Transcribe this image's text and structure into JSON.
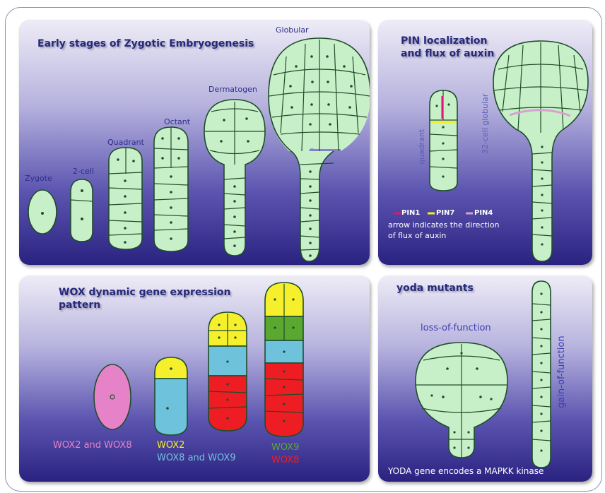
{
  "panels": {
    "early": {
      "title": "Early stages of Zygotic Embryogenesis",
      "stages": [
        "Zygote",
        "2-cell",
        "Quadrant",
        "Octant",
        "Dermatogen",
        "Globular"
      ]
    },
    "pin": {
      "title_line1": "PIN localization",
      "title_line2": "and flux of auxin",
      "quadrant_label": "quadrant",
      "globular_label": "32-cell globular",
      "legend": [
        {
          "label": "PIN1",
          "color": "#e0137a"
        },
        {
          "label": "PIN7",
          "color": "#f2ee2a"
        },
        {
          "label": "PIN4",
          "color": "#d8a0d0"
        }
      ],
      "note_line1": "arrow indicates the direction",
      "note_line2": "of flux of auxin"
    },
    "wox": {
      "title_line1": "WOX dynamic gene expression",
      "title_line2": "pattern",
      "labels": {
        "wox2_wox8": "WOX2 and WOX8",
        "wox2": "WOX2",
        "wox8_wox9": "WOX8 and WOX9",
        "wox9": "WOX9",
        "wox8": "WOX8"
      },
      "colors": {
        "wox2_wox8": "#e683c8",
        "wox2": "#f5ef2c",
        "wox8_wox9": "#6fc2dc",
        "wox9": "#5aa82f",
        "wox8": "#ee1d24"
      }
    },
    "yoda": {
      "title": "yoda mutants",
      "loss_label": "loss-of-function",
      "gain_label": "gain-of-function",
      "footer": "YODA gene encodes a MAPKK kinase"
    }
  }
}
